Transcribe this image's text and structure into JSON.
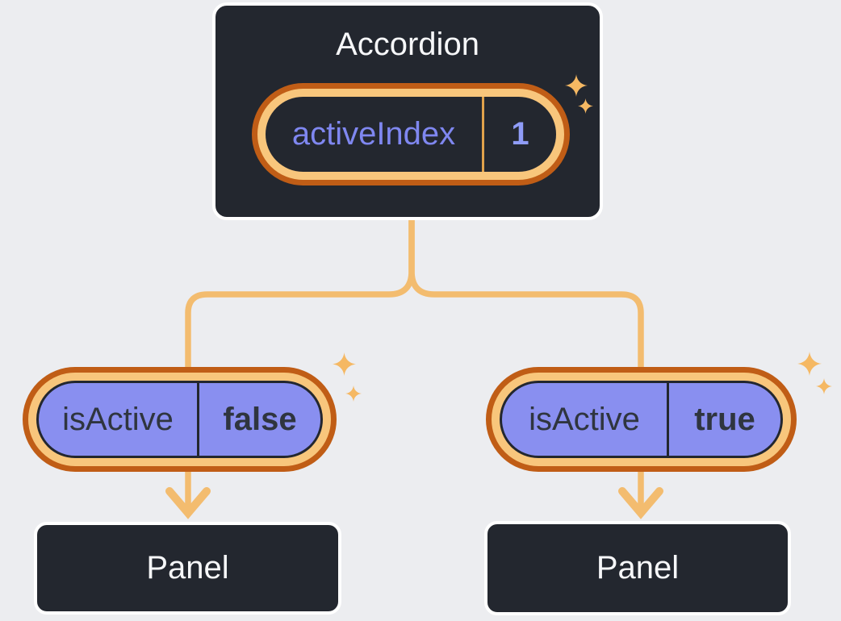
{
  "diagram": {
    "root": {
      "title": "Accordion",
      "state": {
        "name": "activeIndex",
        "value": "1"
      }
    },
    "branches": [
      {
        "prop": {
          "name": "isActive",
          "value": "false"
        },
        "child": {
          "title": "Panel"
        }
      },
      {
        "prop": {
          "name": "isActive",
          "value": "true"
        },
        "child": {
          "title": "Panel"
        }
      }
    ]
  },
  "icons": {
    "sparkle": "four-point-star"
  },
  "colors": {
    "background": "#ecedf0",
    "node_bg": "#23272f",
    "node_border": "#ffffff",
    "node_text": "#f6f7f9",
    "ring_outer": "#c05d16",
    "ring_inner": "#f8c67c",
    "wire": "#f3bc6f",
    "sparkle": "#f5b863",
    "pill_purple": "#898ff0",
    "pill_dark_border": "#23272f",
    "pill_text_dark": "#2f353f",
    "state_name_text": "#7f87f0",
    "state_value_text": "#8f9cf7",
    "state_divider": "#e0a24b"
  }
}
